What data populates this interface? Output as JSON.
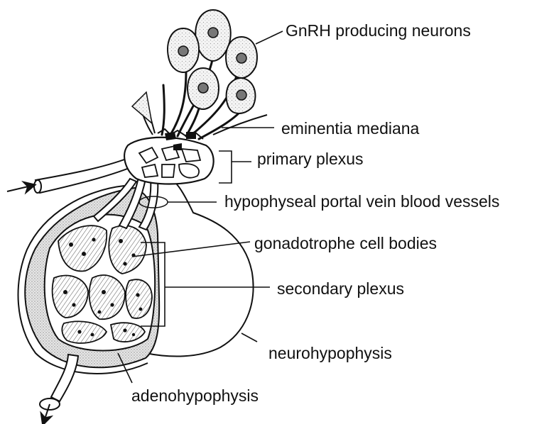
{
  "labels": {
    "gnrh": "GnRH producing neurons",
    "eminence": "eminentia mediana",
    "primary_plexus": "primary plexus",
    "portal_vessels": "hypophyseal portal vein blood vessels",
    "gonadotrophe": "gonadotrophe cell bodies",
    "secondary_plexus": "secondary plexus",
    "neurohypophysis": "neurohypophysis",
    "adenohypophysis": "adenohypophysis"
  },
  "colors": {
    "ink": "#111111",
    "stipple": "#d4d4d4",
    "vessel_fill": "#ffffff"
  }
}
